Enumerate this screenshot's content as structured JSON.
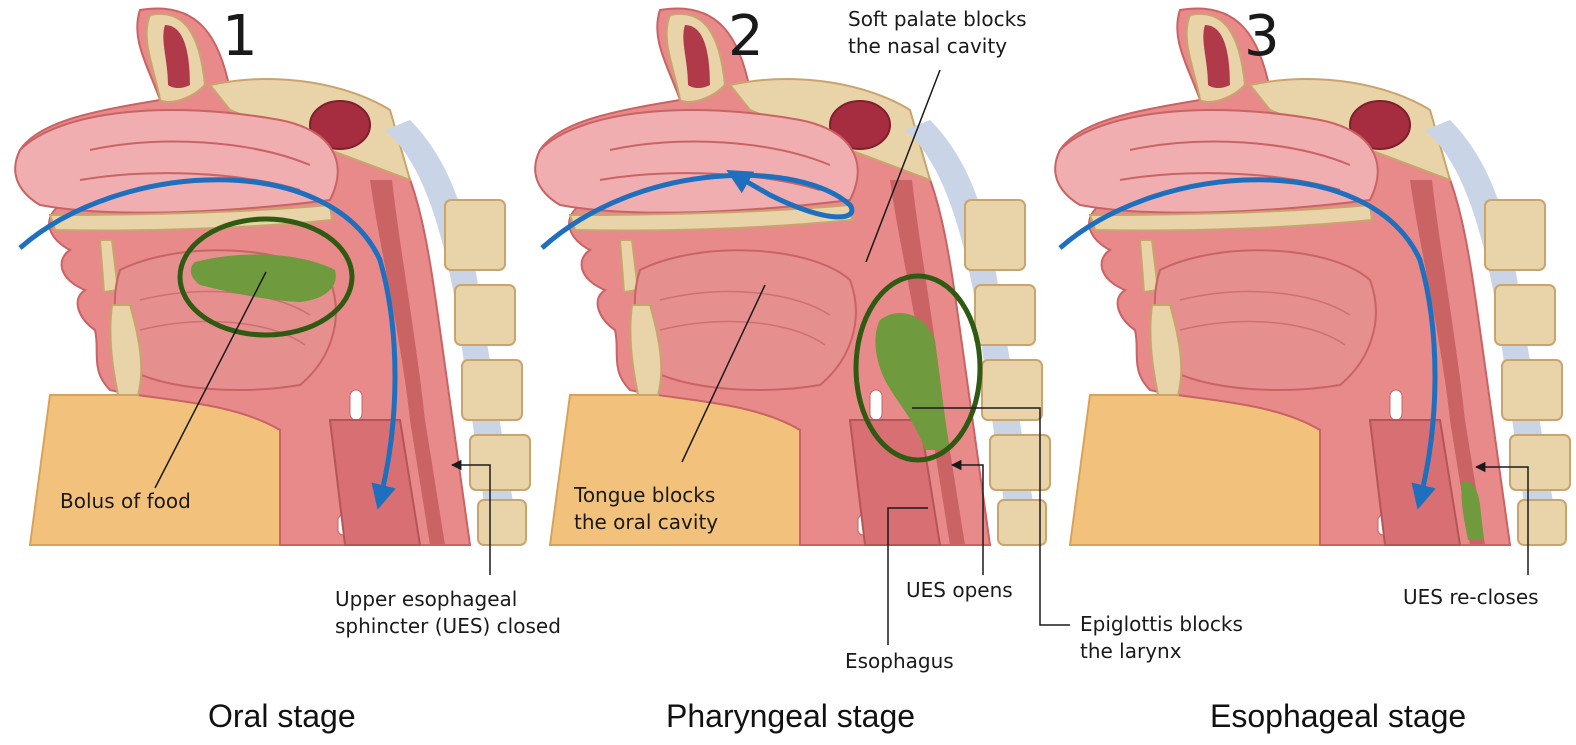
{
  "colors": {
    "skin": "#e8898a",
    "skin_dark": "#c96364",
    "muscle": "#f0aeb0",
    "bone": "#e9d3a8",
    "bone_edge": "#c9a46e",
    "cavity": "#b03a4a",
    "neck_fat": "#f2c27d",
    "csf": "#c9d5e6",
    "bolus": "#6f9a3e",
    "arrow_blue": "#1f6fbf",
    "highlight_ring": "#2f5a12"
  },
  "panels": [
    {
      "number": "1",
      "caption": "Oral stage"
    },
    {
      "number": "2",
      "caption": "Pharyngeal stage"
    },
    {
      "number": "3",
      "caption": "Esophageal stage"
    }
  ],
  "labels": {
    "bolus_of_food": "Bolus of food",
    "ues_closed": "Upper esophageal\nsphincter (UES) closed",
    "soft_palate": "Soft palate blocks\nthe nasal cavity",
    "tongue_blocks": "Tongue blocks\nthe oral cavity",
    "ues_opens": "UES opens",
    "esophagus": "Esophagus",
    "epiglottis": "Epiglottis blocks\nthe larynx",
    "ues_recloses": "UES re-closes"
  }
}
